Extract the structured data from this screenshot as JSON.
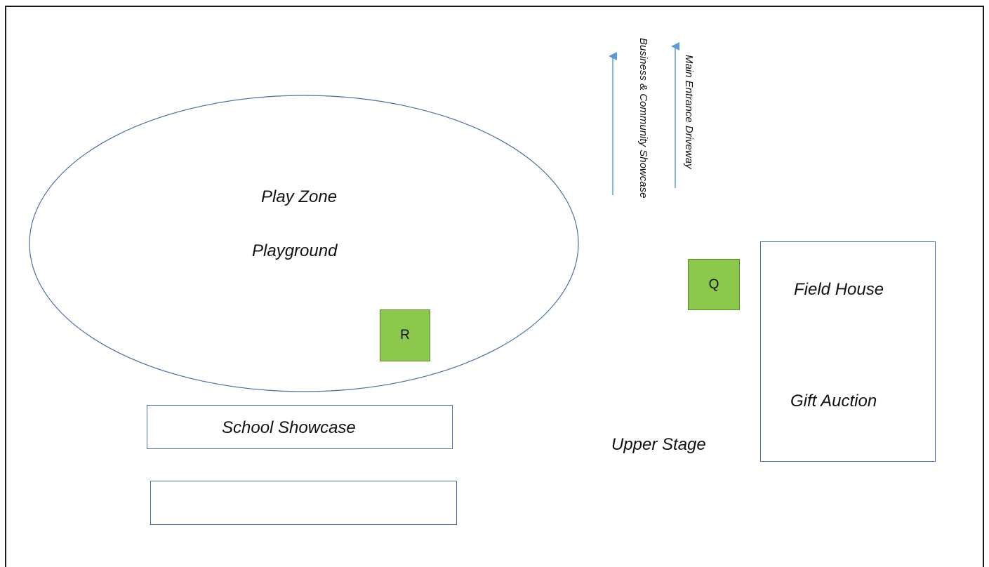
{
  "map": {
    "play_zone_label": "Play Zone",
    "playground_label": "Playground",
    "school_showcase_label": "School Showcase",
    "empty_booth_label": "",
    "upper_stage_label": "Upper Stage",
    "field_house_label": "Field House",
    "gift_auction_label": "Gift Auction",
    "business_showcase_label": "Business & Community Showcase",
    "main_entrance_label": "Main Entrance Driveway",
    "marker_r": "R",
    "marker_q": "Q"
  },
  "colors": {
    "marker_fill": "#8cc84b",
    "outline_blue": "#4a6fa5",
    "arrow_blue": "#5b9bd5"
  }
}
